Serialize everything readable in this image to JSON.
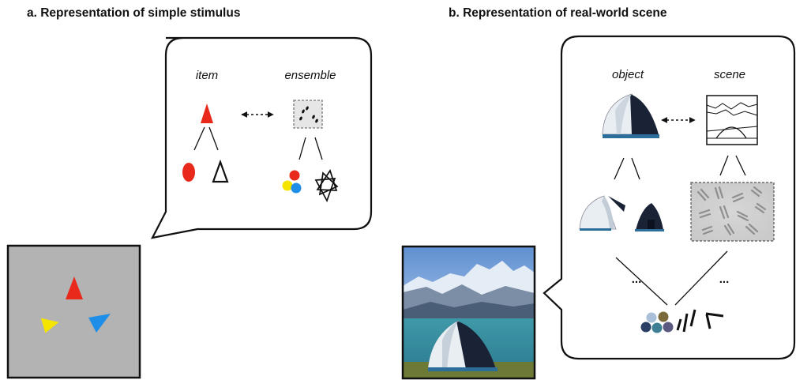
{
  "panel_a": {
    "title": "a. Representation of simple stimulus",
    "item_label": "item",
    "ensemble_label": "ensemble"
  },
  "panel_b": {
    "title": "b. Representation of real-world scene",
    "object_label": "object",
    "scene_label": "scene",
    "ellipsis_left": "...",
    "ellipsis_right": "..."
  },
  "colors": {
    "red": "#e8291c",
    "yellow": "#f5e400",
    "blue": "#1f8ee8",
    "stimulus_gray": "#b3b3b3"
  },
  "icons": [
    "red-triangle-icon",
    "red-ellipse-icon",
    "outline-triangle-icon",
    "tent-photo",
    "scene-sketch-icon",
    "gabor-patch-icon",
    "color-blobs-icon",
    "orientation-bars-icon"
  ]
}
